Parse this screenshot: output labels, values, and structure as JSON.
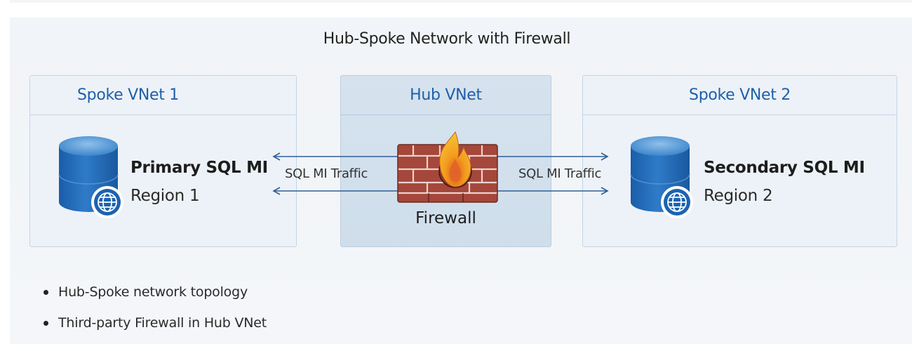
{
  "diagram": {
    "title": "Hub-Spoke Network with Firewall",
    "spoke1": {
      "header": "Spoke VNet 1",
      "node_name": "Primary SQL MI",
      "node_region": "Region 1",
      "icon": "database-globe-icon"
    },
    "hub": {
      "header": "Hub VNet",
      "firewall_label": "Firewall",
      "icon": "firewall-brick-flame-icon"
    },
    "spoke2": {
      "header": "Spoke VNet 2",
      "node_name": "Secondary SQL MI",
      "node_region": "Region 2",
      "icon": "database-globe-icon"
    },
    "links": [
      {
        "label": "SQL MI Traffic",
        "from": "Hub VNet",
        "to": "Spoke VNet 1",
        "direction": "bidirectional"
      },
      {
        "label": "SQL MI Traffic",
        "from": "Hub VNet",
        "to": "Spoke VNet 2",
        "direction": "bidirectional"
      }
    ],
    "bullets": [
      "Hub-Spoke network topology",
      "Third-party Firewall in Hub VNet"
    ],
    "colors": {
      "accent_blue": "#1f5fa8",
      "arrow": "#2e5f96",
      "brick": "#a5473a",
      "flame": "#f39a1e"
    }
  }
}
